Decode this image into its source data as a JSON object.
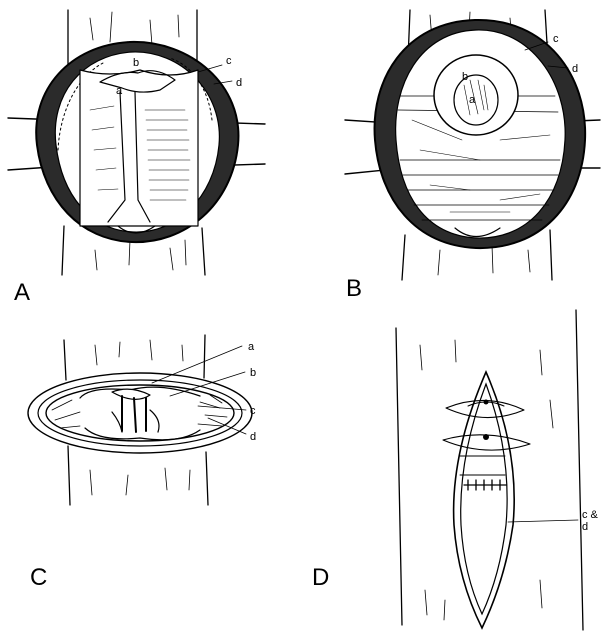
{
  "panels": [
    {
      "letter": "A",
      "parts": [
        "a",
        "b",
        "c",
        "d"
      ]
    },
    {
      "letter": "B",
      "parts": [
        "a",
        "b",
        "c",
        "d"
      ]
    },
    {
      "letter": "C",
      "parts": [
        "a",
        "b",
        "c",
        "d"
      ]
    },
    {
      "letter": "D",
      "parts": [
        "c &",
        "d"
      ]
    }
  ]
}
